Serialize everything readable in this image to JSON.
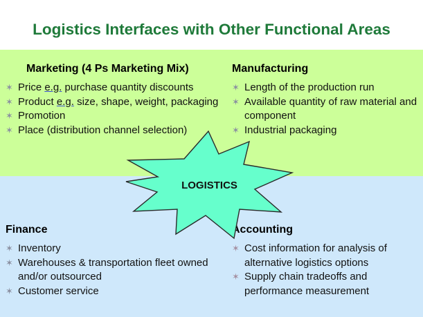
{
  "title": "Logistics Interfaces with Other Functional Areas",
  "colors": {
    "title": "#1f7a3a",
    "top_band": "#ccff99",
    "bottom_band": "#cfe8fb",
    "star": "#66ffcc"
  },
  "center": {
    "label": "LOGISTICS",
    "icon": "starburst"
  },
  "marketing": {
    "heading": "Marketing (4 Ps Marketing Mix)",
    "items": [
      {
        "before": "Price ",
        "link": "e.g.",
        "after": " purchase quantity discounts"
      },
      {
        "before": "Product ",
        "link": "e.g.",
        "after": " size, shape, weight, packaging"
      },
      {
        "text": "Promotion"
      },
      {
        "text": "Place (distribution channel selection)"
      }
    ]
  },
  "manufacturing": {
    "heading": "Manufacturing",
    "items": [
      "Length of the production run",
      "Available quantity of raw material and component",
      "Industrial packaging"
    ]
  },
  "finance": {
    "heading": "Finance",
    "items": [
      "Inventory",
      "Warehouses & transportation fleet owned  and/or outsourced",
      "Customer service"
    ]
  },
  "accounting": {
    "heading": "Accounting",
    "items": [
      "Cost information for analysis of alternative logistics options",
      "Supply chain tradeoffs and performance measurement"
    ]
  },
  "bullet_glyph": "✶"
}
